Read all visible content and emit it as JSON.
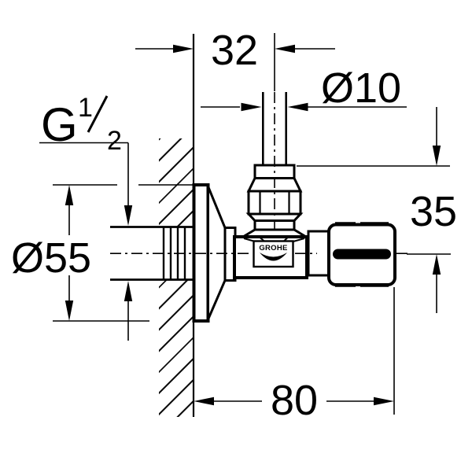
{
  "brand_logo": "GROHE",
  "dimensions": {
    "wall_to_pipe_axis": "32",
    "pipe_diameter": "Ø10",
    "thread_letter": "G",
    "thread_numerator": "1",
    "thread_denominator": "2",
    "escutcheon_diameter": "Ø55",
    "outlet_axis_offset": "35",
    "overall_depth": "80"
  },
  "line_color": "#000000",
  "background_color": "#ffffff"
}
